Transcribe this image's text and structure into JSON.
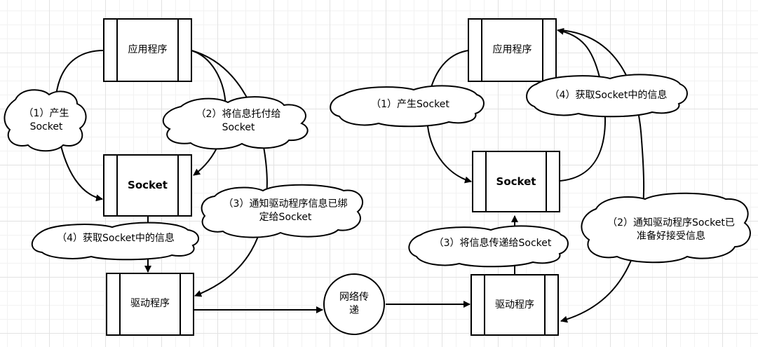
{
  "left": {
    "app": "应用程序",
    "socket": "Socket",
    "driver": "驱动程序",
    "step1": [
      "（1）产生",
      "Socket"
    ],
    "step2": [
      "（2）将信息托付给",
      "Socket"
    ],
    "step3": [
      "（3）通知驱动程序信息已绑",
      "定给Socket"
    ],
    "step4": "（4）获取Socket中的信息"
  },
  "network": [
    "网络传",
    "递"
  ],
  "right": {
    "app": "应用程序",
    "socket": "Socket",
    "driver": "驱动程序",
    "step1": "（1）产生Socket",
    "step2": [
      "（2）通知驱动程序Socket已",
      "准备好接受信息"
    ],
    "step3": "（3）将信息传递给Socket",
    "step4": "（4）获取Socket中的信息"
  }
}
